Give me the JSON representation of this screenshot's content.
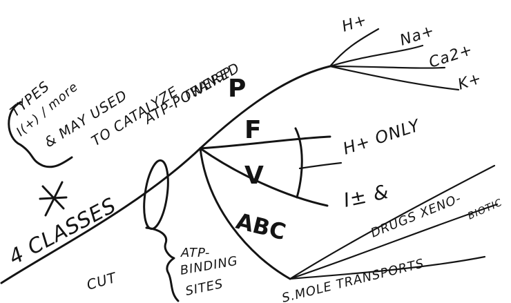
{
  "diagram": {
    "center_label": "4 CLASSES",
    "center_mark": "X",
    "cut_label": "CUT",
    "binding_label_1": "ATP-",
    "binding_label_2": "BINDING",
    "binding_label_3": "SITES",
    "types_note_1": "TYPES",
    "types_note_2": "I(+) / more",
    "types_note_3": "& MAY USED",
    "catalyze_note_1": "TO CATALYZE",
    "catalyze_note_2": "ATP-POWERED",
    "catalyze_note_3": "TRANSP",
    "branch_p": "P",
    "branch_f": "F",
    "branch_v": "V",
    "branch_abc": "ABC",
    "ion_h": "H+",
    "ion_na": "Na+",
    "ion_ca": "Ca2+",
    "ion_k": "K+",
    "h_only": "H+ ONLY",
    "ion_and": "I± &",
    "drugs_xeno": "DRUGS XENO-",
    "biotic": "BIOTIC",
    "small_mol": "S.MOLE TRANSPORTS",
    "ink_color": "#141414"
  }
}
